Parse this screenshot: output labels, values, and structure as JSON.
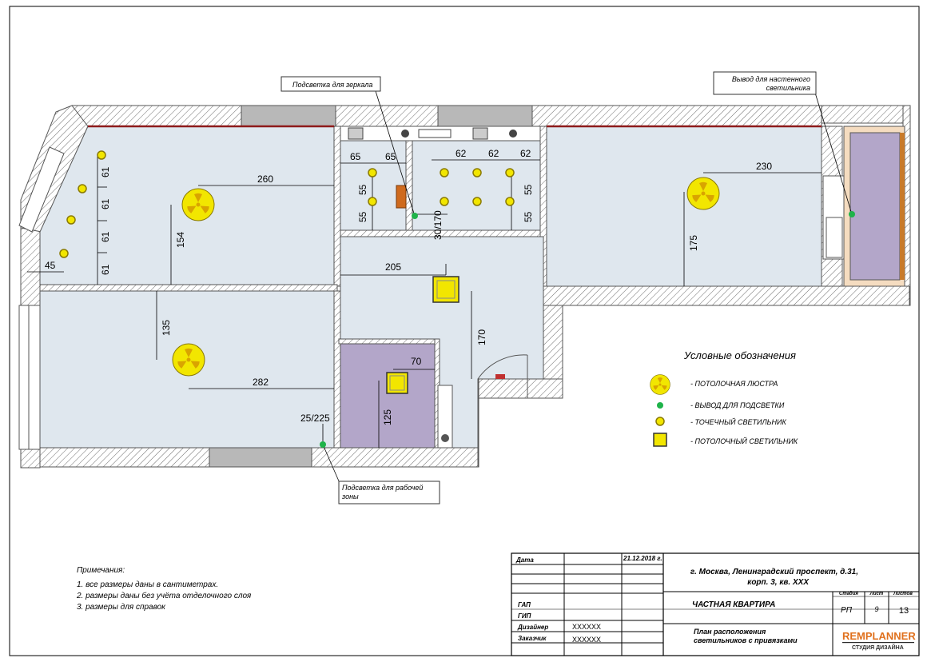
{
  "callouts": {
    "mirror_light": "Подсветка для зеркала",
    "wall_lamp": [
      "Вывод для настенного",
      "светильника"
    ],
    "work_light": [
      "Подсветка для рабочей",
      "зоны"
    ]
  },
  "dimensions": {
    "d260": "260",
    "d154": "154",
    "d61a": "61",
    "d61b": "61",
    "d61c": "61",
    "d61d": "61",
    "d45": "45",
    "d135": "135",
    "d282": "282",
    "d25_225": "25/225",
    "d65a": "65",
    "d65b": "65",
    "d55a": "55",
    "d55b": "55",
    "d62a": "62",
    "d62b": "62",
    "d62c": "62",
    "d55c": "55",
    "d55d": "55",
    "d30_170": "30/170",
    "d205": "205",
    "d170": "170",
    "d70": "70",
    "d125": "125",
    "d230": "230",
    "d175": "175"
  },
  "legend": {
    "title": "Условные обозначения",
    "items": [
      "- ПОТОЛОЧНАЯ ЛЮСТРА",
      "- ВЫВОД ДЛЯ ПОДСВЕТКИ",
      "- ТОЧЕЧНЫЙ СВЕТИЛЬНИК",
      "- ПОТОЛОЧНЫЙ СВЕТИЛЬНИК"
    ]
  },
  "notes": {
    "title": "Примечания:",
    "items": [
      "1.   все размеры даны в сантиметрах.",
      "2.  размеры даны без учёта отделочного слоя",
      "3.  размеры для справок"
    ]
  },
  "titleblock": {
    "date_label": "Дата",
    "date_value": "21.12.2018 г.",
    "gap_label": "ГАП",
    "gip_label": "ГИП",
    "designer_label": "Дизайнер",
    "designer_value": "XXXXXX",
    "client_label": "Заказчик",
    "client_value": "XXXXXX",
    "address_line1": "г. Москва, Ленинградский проспект, д.31,",
    "address_line2": "корп. 3, кв. XXX",
    "stage_label": "Стадия",
    "sheet_label": "Лист",
    "sheets_label": "Листов",
    "stage_value": "РП",
    "sheet_value": "9",
    "sheets_value": "13",
    "project_name": "ЧАСТНАЯ КВАРТИРА",
    "drawing_title1": "План расположения",
    "drawing_title2": "светильников с привязками",
    "logo_brand": "REMPLANNER",
    "logo_sub": "СТУДИЯ ДИЗАЙНА"
  },
  "colors": {
    "room_fill": "#dfe7ee",
    "bath_fill": "#b3a6c9",
    "wall_hatch": "#7a7a7a",
    "window_gray": "#b8b8b8",
    "lamp_yellow": "#f2e600",
    "outlet_green": "#1fb34a",
    "cabinet_orange": "#cf6a1d",
    "ceiling_red": "#8e1b1b"
  }
}
